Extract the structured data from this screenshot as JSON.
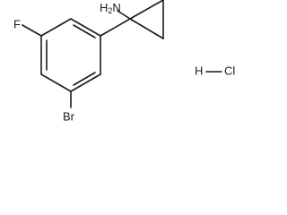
{
  "structure": {
    "colors": {
      "bond": "#1a1a1a",
      "label": "#1a1a1a",
      "background": "#ffffff"
    },
    "labels": {
      "amine": "H2N",
      "amine_prefix": "H",
      "amine_subscript": "2",
      "amine_suffix": "N",
      "fluorine": "F",
      "bromine": "Br",
      "hydrogen": "H",
      "chlorine": "Cl"
    }
  }
}
